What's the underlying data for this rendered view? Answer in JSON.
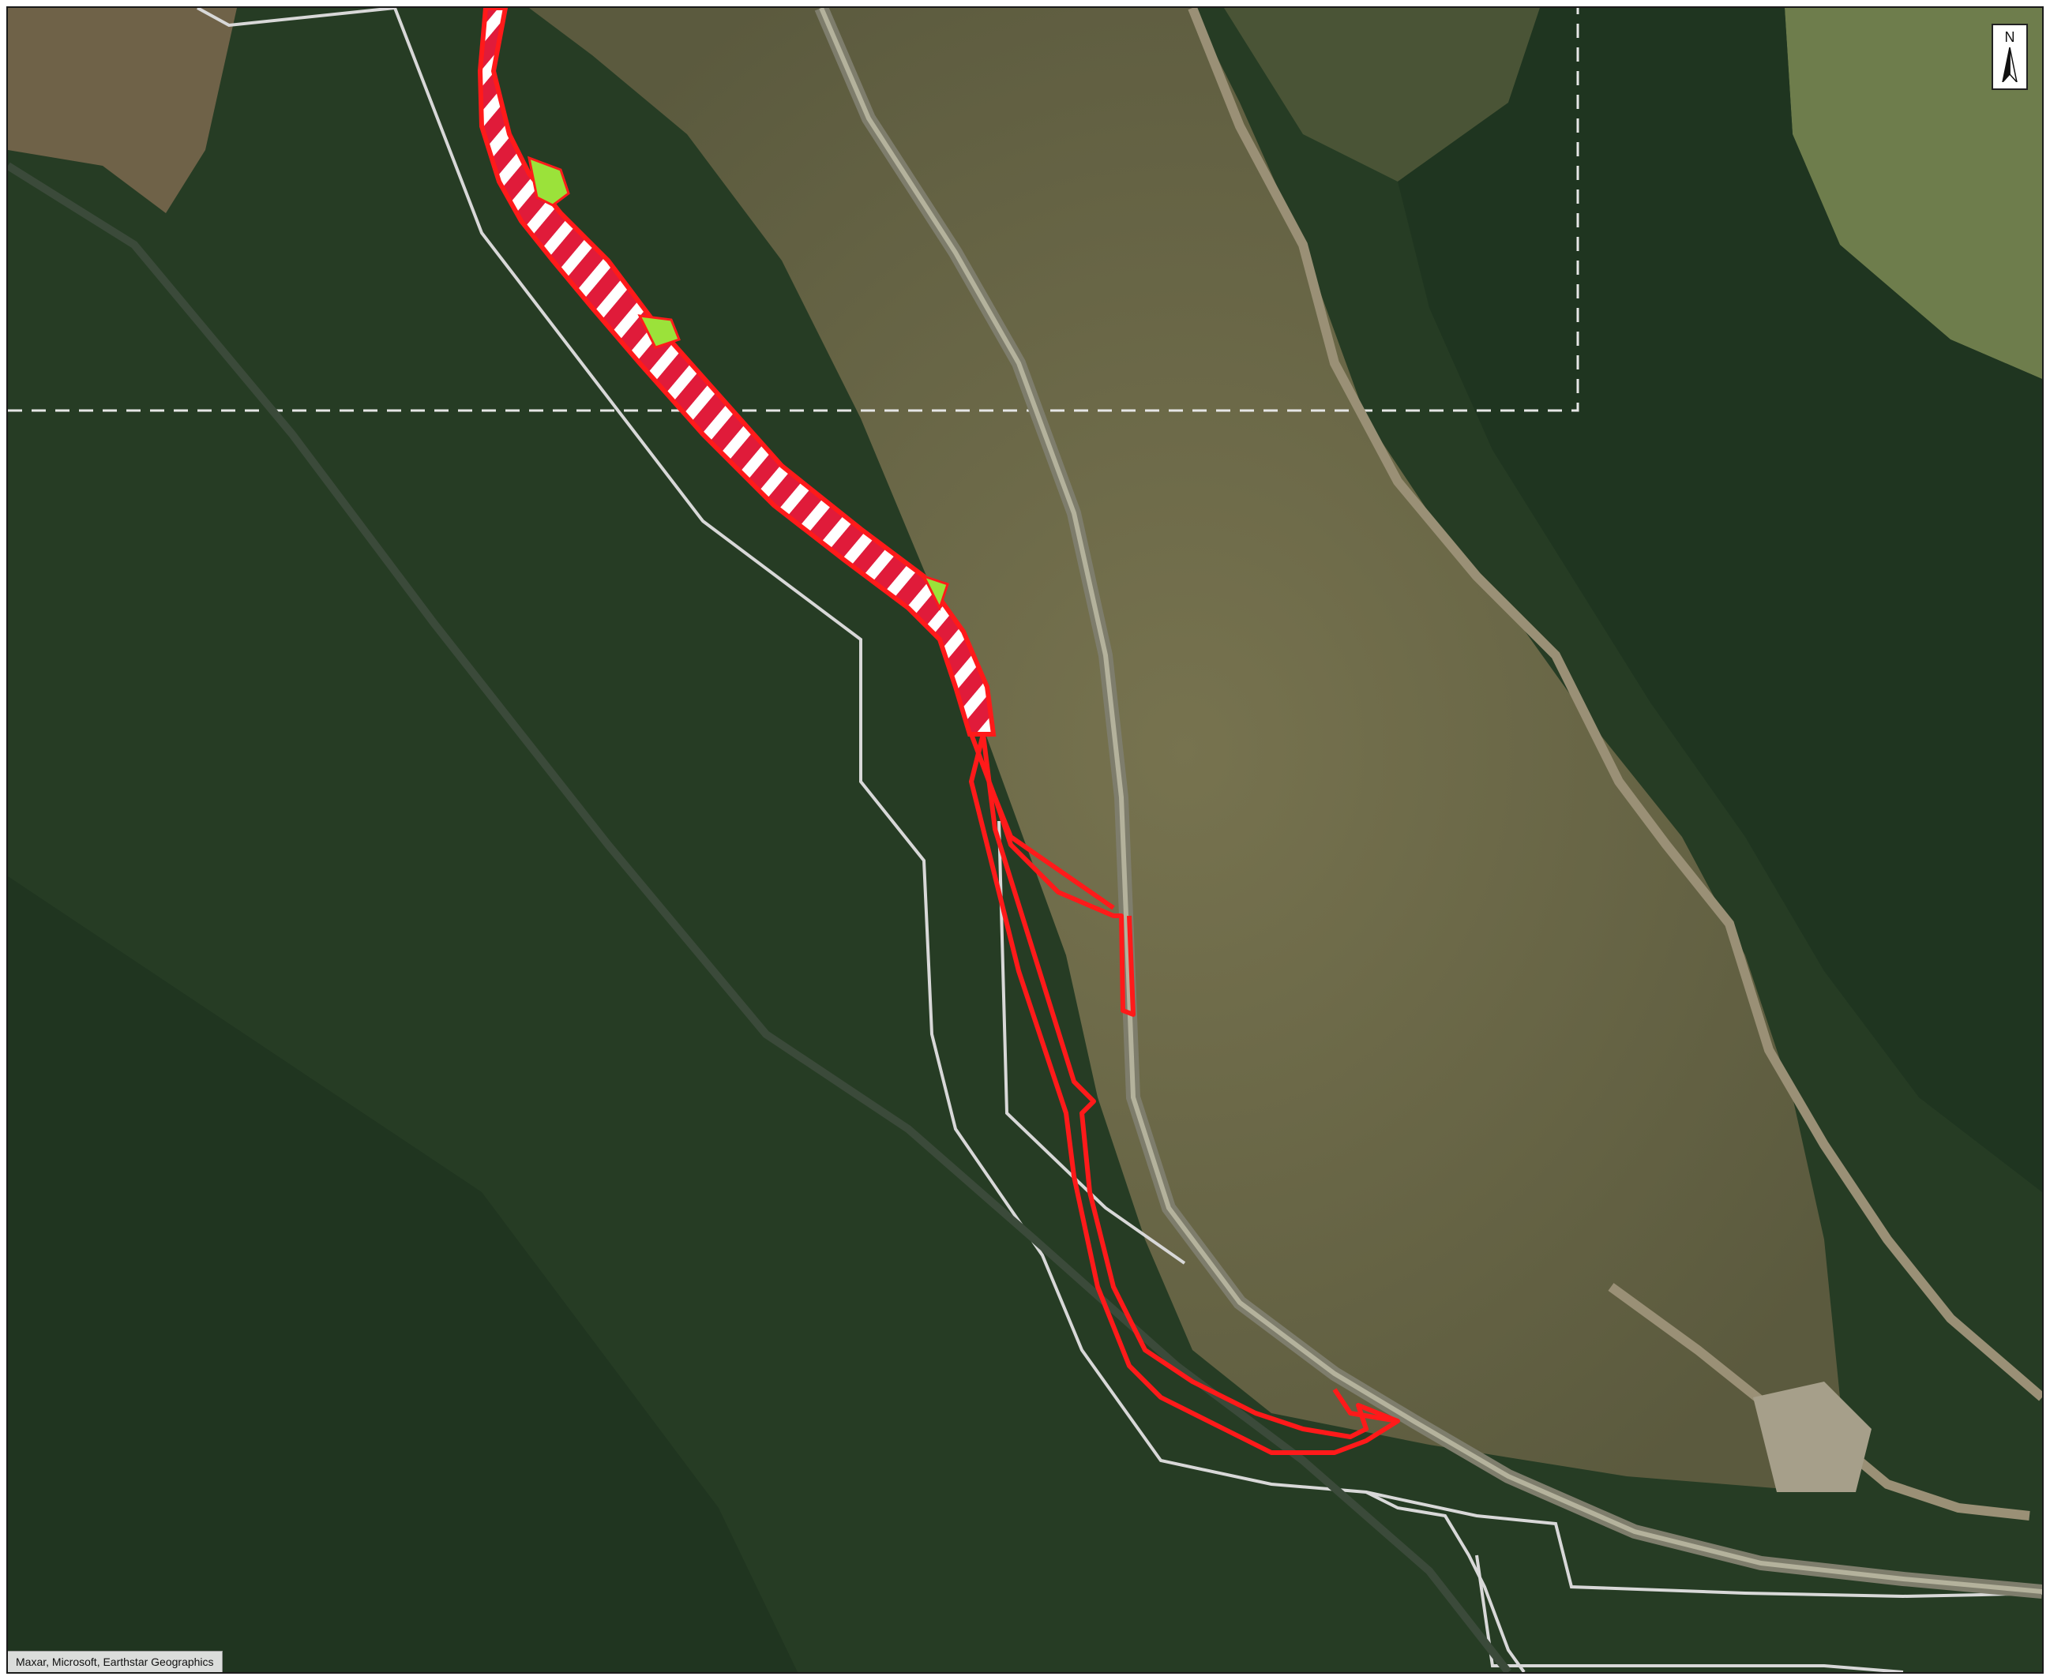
{
  "map": {
    "attribution": "Maxar, Microsoft, Earthstar Geographics",
    "north_label": "N",
    "basemap": "satellite imagery",
    "colors": {
      "boundary_red": "#ff1a1a",
      "hatch_white": "#ffffff",
      "hatch_green": "#9be23a",
      "road_grey": "#8c8c7e",
      "boundary_light_grey": "#d8d8d8",
      "dashed_line_white": "#e6e6e6",
      "forest_dark": "#233a22",
      "clearing_olive": "#6b6a4c"
    },
    "icons": [
      "north-arrow-icon"
    ]
  }
}
